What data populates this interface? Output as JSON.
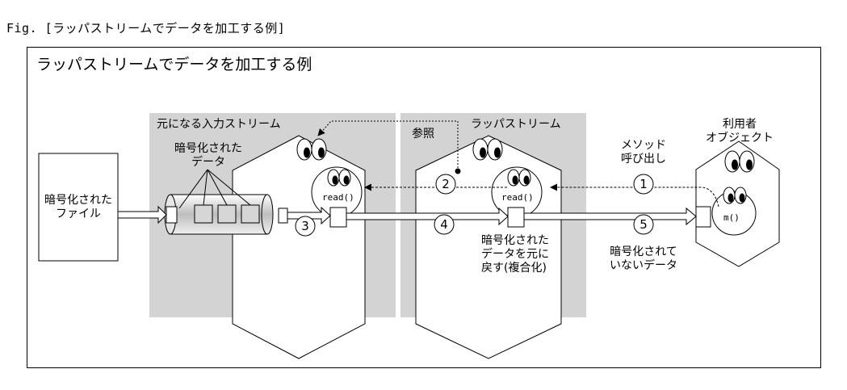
{
  "caption": "Fig. [ラッパストリームでデータを加工する例]",
  "title": "ラッパストリームでデータを加工する例",
  "file": {
    "line1": "暗号化された",
    "line2": "ファイル"
  },
  "input_stream": {
    "label": "元になる入力ストリーム",
    "data_line1": "暗号化された",
    "data_line2": "データ",
    "method": "read()"
  },
  "wrapper_stream": {
    "label": "ラッパストリーム",
    "method": "read()",
    "note_line1": "暗号化された",
    "note_line2": "データを元に",
    "note_line3": "戻す(複合化)"
  },
  "reference_label": "参照",
  "user_object": {
    "line1": "利用者",
    "line2": "オブジェクト",
    "method": "m()"
  },
  "method_call": {
    "line1": "メソッド",
    "line2": "呼び出し"
  },
  "decrypted": {
    "line1": "暗号化されて",
    "line2": "いないデータ"
  },
  "steps": [
    "1",
    "2",
    "3",
    "4",
    "5"
  ]
}
